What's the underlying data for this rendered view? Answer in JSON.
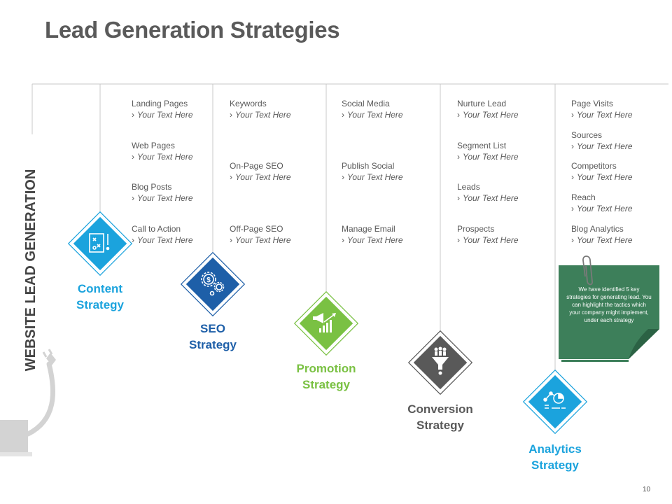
{
  "slide": {
    "title": "Lead Generation Strategies",
    "side_title": "WEBSITE LEAD GENERATION",
    "page_number": "10"
  },
  "columns": [
    {
      "label_line1": "Content",
      "label_line2": "Strategy",
      "color": "#1ba3dd",
      "icon": "strategy-board-icon",
      "items": [
        {
          "title": "Landing Pages",
          "sub": "Your Text Here"
        },
        {
          "title": "Web Pages",
          "sub": "Your Text Here"
        },
        {
          "title": "Blog Posts",
          "sub": "Your Text Here"
        },
        {
          "title": "Call to Action",
          "sub": "Your Text Here"
        }
      ]
    },
    {
      "label_line1": "SEO",
      "label_line2": "Strategy",
      "color": "#1e5fa8",
      "icon": "gears-dollar-icon",
      "items": [
        {
          "title": "Keywords",
          "sub": "Your Text Here"
        },
        {
          "title": "On-Page  SEO",
          "sub": "Your Text Here"
        },
        {
          "title": "Off-Page  SEO",
          "sub": "Your Text Here"
        }
      ]
    },
    {
      "label_line1": "Promotion",
      "label_line2": "Strategy",
      "color": "#7ac143",
      "icon": "megaphone-chart-icon",
      "items": [
        {
          "title": "Social Media",
          "sub": "Your Text Here"
        },
        {
          "title": "Publish Social",
          "sub": "Your Text Here"
        },
        {
          "title": "Manage Email",
          "sub": "Your Text Here"
        }
      ]
    },
    {
      "label_line1": "Conversion",
      "label_line2": "Strategy",
      "color": "#595959",
      "icon": "funnel-people-icon",
      "items": [
        {
          "title": "Nurture Lead",
          "sub": "Your Text Here"
        },
        {
          "title": "Segment List",
          "sub": "Your Text Here"
        },
        {
          "title": "Leads",
          "sub": "Your Text Here"
        },
        {
          "title": "Prospects",
          "sub": "Your Text Here"
        }
      ]
    },
    {
      "label_line1": "Analytics",
      "label_line2": "Strategy",
      "color": "#1ba3dd",
      "icon": "analytics-pie-icon",
      "items": [
        {
          "title": "Page Visits",
          "sub": "Your Text Here"
        },
        {
          "title": "Sources",
          "sub": "Your Text Here"
        },
        {
          "title": "Competitors",
          "sub": "Your Text Here"
        },
        {
          "title": "Reach",
          "sub": "Your Text Here"
        },
        {
          "title": "Blog Analytics",
          "sub": "Your Text Here"
        }
      ]
    }
  ],
  "note": {
    "text": "We have identified 5 key strategies for generating lead. You can highlight the tactics which your company might implement, under each strategy",
    "color": "#3d7f5a"
  },
  "colors": {
    "title": "#5a5a5a",
    "body_text": "#595959",
    "line": "#c8c8c8"
  }
}
